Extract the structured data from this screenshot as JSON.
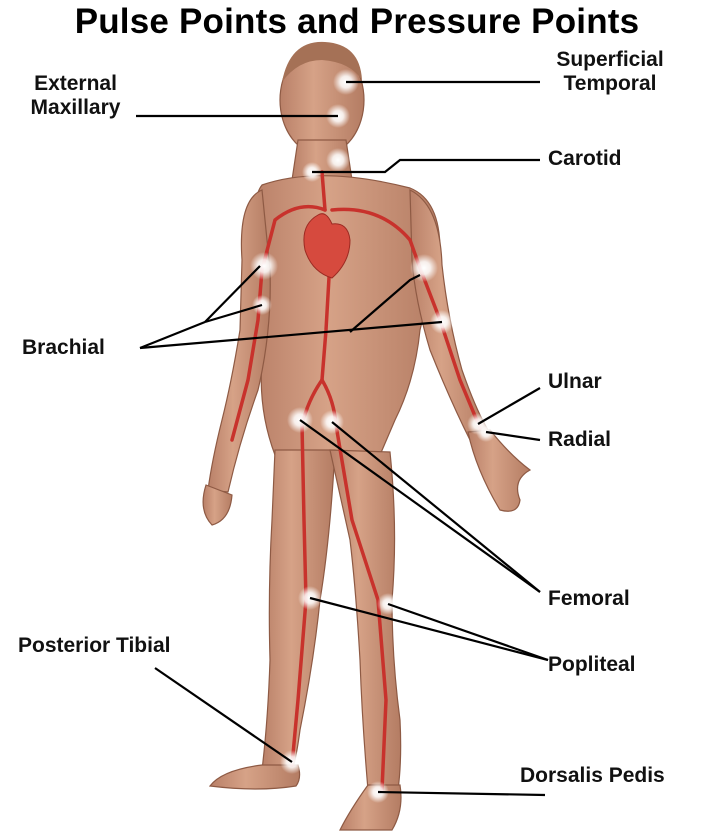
{
  "title": "Pulse Points and Pressure Points",
  "labels": {
    "superficial_temporal": "Superficial\nTemporal",
    "external_maxillary": "External\nMaxillary",
    "carotid": "Carotid",
    "brachial": "Brachial",
    "ulnar": "Ulnar",
    "radial": "Radial",
    "femoral": "Femoral",
    "popliteal": "Popliteal",
    "posterior_tibial": "Posterior Tibial",
    "dorsalis_pedis": "Dorsalis Pedis"
  },
  "colors": {
    "skin": "#c9957a",
    "skin_shadow": "#a9725a",
    "artery": "#c8322c",
    "heart": "#d64a3e",
    "pulse_glow": "#ffffff",
    "leader_line": "#000000"
  }
}
